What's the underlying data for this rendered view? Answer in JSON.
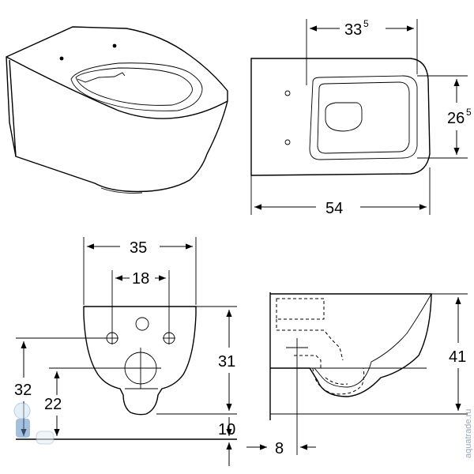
{
  "dimensions": {
    "top_width_main": "33",
    "top_width_sup": "5",
    "top_depth_main": "26",
    "top_depth_sup": "5",
    "top_length": "54",
    "front_width": "35",
    "front_bolt_spacing": "18",
    "front_height": "31",
    "front_bolt_height": "32",
    "front_inlet_height": "22",
    "front_floor_offset": "10",
    "side_height": "41",
    "side_offset": "8"
  },
  "watermark": "aquatrade.ru"
}
